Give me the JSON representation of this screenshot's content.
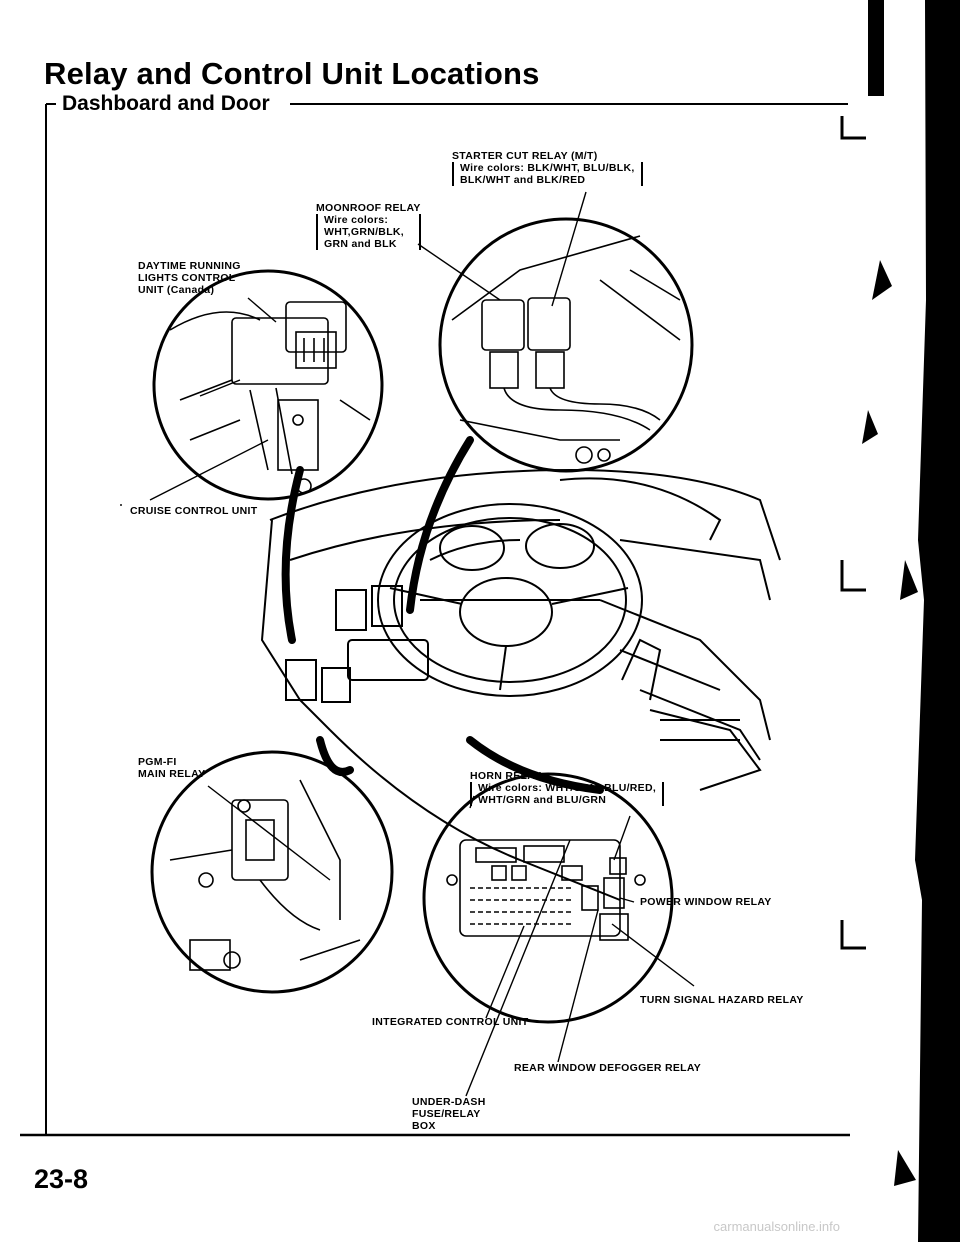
{
  "page": {
    "title": "Relay and Control Unit Locations",
    "subtitle": "Dashboard and Door",
    "page_number": "23-8",
    "watermark": "carmanualsonline.info"
  },
  "callouts": {
    "starter_cut_relay": {
      "name": "STARTER CUT RELAY (M/T)",
      "wire_line1": "Wire colors: BLK/WHT, BLU/BLK,",
      "wire_line2": "BLK/WHT and BLK/RED"
    },
    "moonroof_relay": {
      "name": "MOONROOF RELAY",
      "wire_line1": "Wire colors:",
      "wire_line2": "WHT,GRN/BLK,",
      "wire_line3": "GRN and BLK"
    },
    "drl_unit": {
      "line1": "DAYTIME RUNNING",
      "line2": "LIGHTS CONTROL",
      "line3": "UNIT (Canada)"
    },
    "cruise_control_unit": {
      "name": "CRUISE CONTROL UNIT"
    },
    "pgm_fi_relay": {
      "line1": "PGM-FI",
      "line2": "MAIN RELAY"
    },
    "horn_relay": {
      "name": "HORN RELAY",
      "wire_line1": "Wire colors: WHT/GRN, BLU/RED,",
      "wire_line2": "WHT/GRN and BLU/GRN"
    },
    "power_window_relay": {
      "name": "POWER WINDOW RELAY"
    },
    "turn_signal_relay": {
      "name": "TURN SIGNAL HAZARD RELAY"
    },
    "integrated_control_unit": {
      "name": "INTEGRATED CONTROL UNIT"
    },
    "rear_defogger_relay": {
      "name": "REAR WINDOW DEFOGGER RELAY"
    },
    "fuse_box": {
      "line1": "UNDER-DASH",
      "line2": "FUSE/RELAY",
      "line3": "BOX"
    }
  }
}
